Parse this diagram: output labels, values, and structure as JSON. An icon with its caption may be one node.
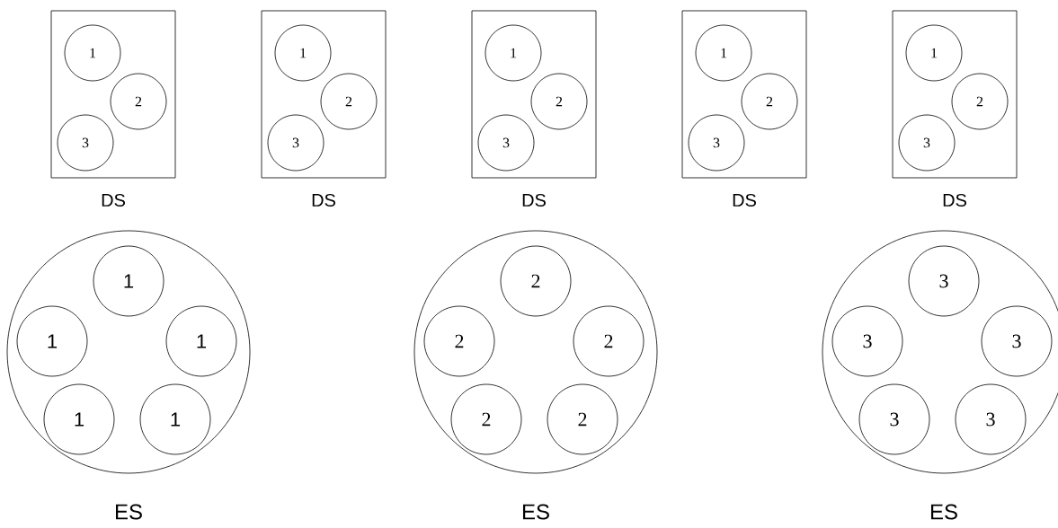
{
  "diagram": {
    "nodes": [
      {
        "text": [
          "DS"
        ]
      },
      {
        "text": [
          "1"
        ],
        "in": 0
      },
      {
        "text": [
          "2"
        ],
        "in": 0
      },
      {
        "text": [
          "3"
        ],
        "in": 0
      },
      {
        "text": [
          "DS"
        ]
      },
      {
        "text": [
          "1"
        ],
        "in": 4
      },
      {
        "text": [
          "2"
        ],
        "in": 4
      },
      {
        "text": [
          "3"
        ],
        "in": 4
      },
      {
        "text": [
          "DS"
        ]
      },
      {
        "text": [
          "1"
        ],
        "in": 8
      },
      {
        "text": [
          "2"
        ],
        "in": 8
      },
      {
        "text": [
          "3"
        ],
        "in": 8
      },
      {
        "text": [
          "DS"
        ]
      },
      {
        "text": [
          "1"
        ],
        "in": 12
      },
      {
        "text": [
          "2"
        ],
        "in": 12
      },
      {
        "text": [
          "3"
        ],
        "in": 12
      },
      {
        "text": [
          "DS"
        ]
      },
      {
        "text": [
          "1"
        ],
        "in": 16
      },
      {
        "text": [
          "2"
        ],
        "in": 16
      },
      {
        "text": [
          "3"
        ],
        "in": 16
      },
      {
        "text": [
          "ES"
        ]
      },
      {
        "text": [
          "1"
        ],
        "in": 20
      },
      {
        "text": [
          "1"
        ],
        "in": 20
      },
      {
        "text": [
          "1"
        ],
        "in": 20
      },
      {
        "text": [
          "1"
        ],
        "in": 20
      },
      {
        "text": [
          "1"
        ],
        "in": 20
      },
      {
        "text": [
          "ES"
        ]
      },
      {
        "text": [
          "2"
        ],
        "in": 26
      },
      {
        "text": [
          "2"
        ],
        "in": 26
      },
      {
        "text": [
          "2"
        ],
        "in": 26
      },
      {
        "text": [
          "2"
        ],
        "in": 26
      },
      {
        "text": [
          "2"
        ],
        "in": 26
      },
      {
        "text": [
          "ES"
        ]
      },
      {
        "text": [
          "3"
        ],
        "in": 32
      },
      {
        "text": [
          "3"
        ],
        "in": 32
      },
      {
        "text": [
          "3"
        ],
        "in": 32
      },
      {
        "text": [
          "3"
        ],
        "in": 32
      },
      {
        "text": [
          "3"
        ],
        "in": 32
      }
    ]
  }
}
